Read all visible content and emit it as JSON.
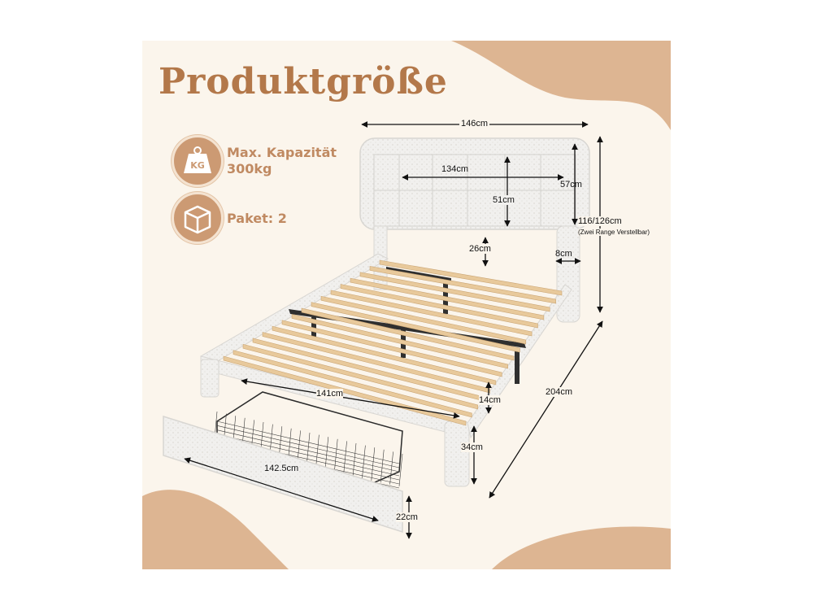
{
  "title": "Produktgröße",
  "features": [
    {
      "icon": "kg-weight-icon",
      "line1": "Max. Kapazität",
      "line2": "300kg"
    },
    {
      "icon": "package-box-icon",
      "line1": "Paket: 2"
    }
  ],
  "kg_badge": "KG",
  "dimensions": {
    "overall_width": "146cm",
    "headboard_inner_width": "134cm",
    "headboard_panel_height": "51cm",
    "headboard_height": "57cm",
    "total_height": "116/126cm",
    "total_height_note": "(Zwei Range Verstellbar)",
    "headboard_gap": "26cm",
    "side_thickness": "8cm",
    "overall_length": "204cm",
    "frame_inner_width": "141cm",
    "frame_height": "14cm",
    "leg_height": "34cm",
    "drawer_width": "142.5cm",
    "drawer_height": "22cm"
  },
  "colors": {
    "accent": "#b3784a",
    "icon_bg": "#cc9a73",
    "background": "#fbf5ec",
    "blob": "#ddb592"
  }
}
